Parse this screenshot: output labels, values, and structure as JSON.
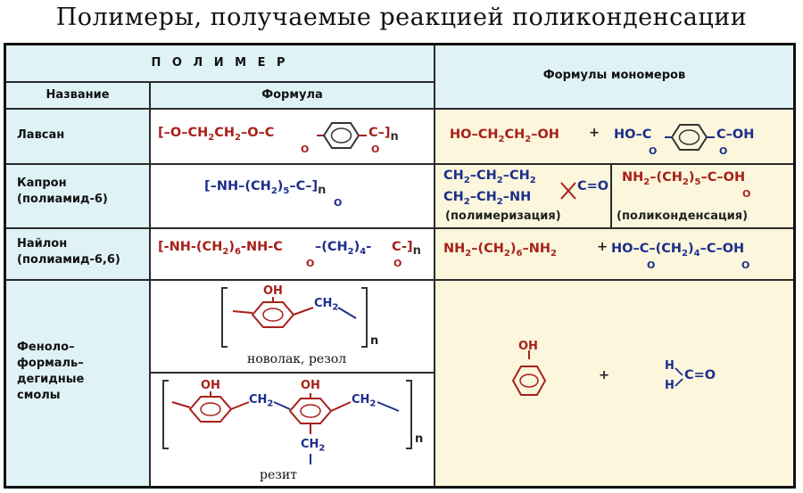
{
  "title": "Полимеры, получаемые реакцией поликонденсации",
  "header": {
    "polymer": "П О Л И М Е Р",
    "name": "Название",
    "formula": "Формула",
    "monomers": "Формулы мономеров"
  },
  "rows": {
    "lavsan": {
      "name": "Лавсан",
      "formula": "[–O–CH₂CH₂–O–C–⌬–C–]n",
      "monomer_a": "HO–CH₂CH₂–OH",
      "plus": "+",
      "monomer_b": "HO–C–⌬–C–OH",
      "o_label": "O"
    },
    "kapron": {
      "name_1": "Капрон",
      "name_2": "(полиамид-6)",
      "formula": "[–NH–(CH₂)₅–C–]n",
      "monomer_ring_top": "CH₂–CH₂–CH₂",
      "monomer_ring_bottom": "CH₂–CH₂–NH",
      "monomer_ring_co": "C=O",
      "method_a": "(полимеризация)",
      "monomer_acid": "NH₂–(CH₂)₅–C–OH",
      "method_b": "(поликонденсация)"
    },
    "nylon": {
      "name_1": "Найлон",
      "name_2": "(полиамид-6,6)",
      "formula": "[-NH-(CH₂)₆-NH-C–(CH₂)₄-C-]n",
      "monomer_a": "NH₂–(CH₂)₆–NH₂",
      "plus": "+",
      "monomer_b": "HO–C–(CH₂)₄–C–OH"
    },
    "phenol": {
      "name_1": "Феноло–",
      "name_2": "формаль–",
      "name_3": "дегидные",
      "name_4": "смолы",
      "novolak_caption": "новолак, резол",
      "rezit_caption": "резит",
      "oh": "OH",
      "ch2": "CH₂",
      "n": "n",
      "plus": "+",
      "formaldehyde_h": "H",
      "formaldehyde_co": "C=O"
    }
  },
  "colors": {
    "left_cell_bg": "#ffffff",
    "header_bg": "#dff3f7",
    "monomer_bg": "#fbf6dc",
    "red": "#a8201a",
    "blue": "#1d2e8c"
  }
}
